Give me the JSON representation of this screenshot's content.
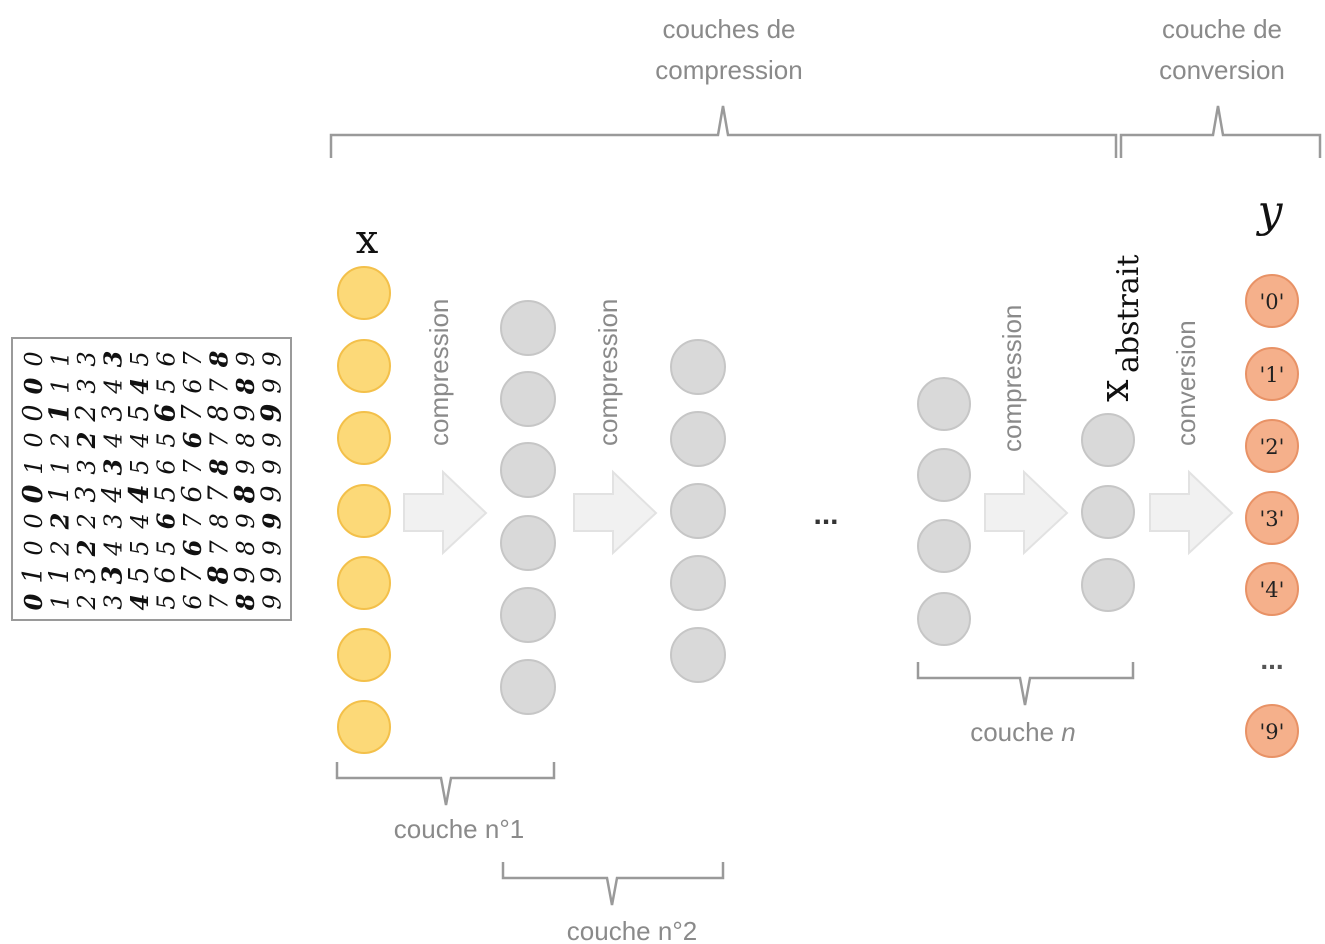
{
  "labels": {
    "compression_group_line1": "couches de",
    "compression_group_line2": "compression",
    "conversion_group_line1": "couche de",
    "conversion_group_line2": "conversion",
    "input_var": "x",
    "abstract_var": "x",
    "abstract_sub": "abstrait",
    "output_var": "y",
    "arrow_compression": "compression",
    "arrow_conversion": "conversion",
    "ellipsis": "...",
    "layer1": "couche n°1",
    "layer2": "couche n°2",
    "layern_text": "couche ",
    "layern_var": "n"
  },
  "output_nodes": [
    "'0'",
    "'1'",
    "'2'",
    "'3'",
    "'4'",
    "'9'"
  ],
  "output_ellipsis": "...",
  "colors": {
    "input_node": "#fcd978",
    "input_stroke": "#f3c04a",
    "hidden_node": "#d9d9d9",
    "hidden_stroke": "#c6c6c6",
    "output_node": "#f5b08b",
    "output_stroke": "#e89266",
    "bracket": "#9a9a9a",
    "arrow_fill": "#f1f1f1",
    "arrow_stroke": "#e2e2e2"
  },
  "digits": {
    "rows": [
      "0100010000",
      "1122112111",
      "2322332233",
      "3343434343",
      "4554454545",
      "5656565656",
      "6767676767",
      "7878787878",
      "8989898989",
      "9999999999"
    ]
  }
}
